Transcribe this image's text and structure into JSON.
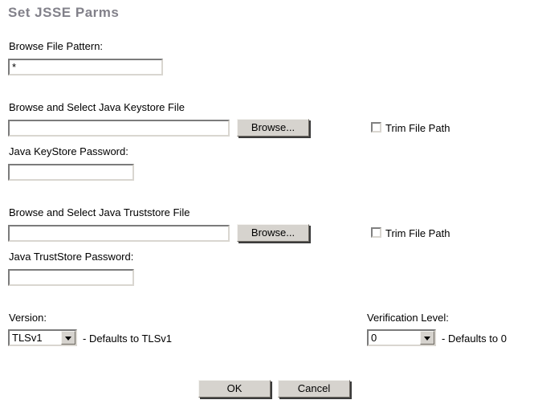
{
  "title": "Set JSSE Parms",
  "colors": {
    "title_gray": "#82818a",
    "button_face": "#d6d3ce",
    "button_shadow": "#3b3b3b",
    "field_border_dark": "#7b7b7b"
  },
  "fields": {
    "browse_file_pattern": {
      "label": "Browse File Pattern:",
      "value": "*"
    },
    "keystore_file": {
      "label": "Browse and Select Java Keystore File",
      "value": "",
      "browse_label": "Browse...",
      "trim_label": "Trim File Path",
      "trim_checked": false
    },
    "keystore_password": {
      "label": "Java KeyStore Password:",
      "value": ""
    },
    "truststore_file": {
      "label": "Browse and Select Java Truststore File",
      "value": "",
      "browse_label": "Browse...",
      "trim_label": "Trim File Path",
      "trim_checked": false
    },
    "truststore_password": {
      "label": "Java TrustStore Password:",
      "value": ""
    },
    "version": {
      "label": "Version:",
      "value": "TLSv1",
      "hint": "- Defaults to TLSv1"
    },
    "verification_level": {
      "label": "Verification Level:",
      "value": "0",
      "hint": "- Defaults to 0"
    }
  },
  "buttons": {
    "ok": "OK",
    "cancel": "Cancel"
  }
}
